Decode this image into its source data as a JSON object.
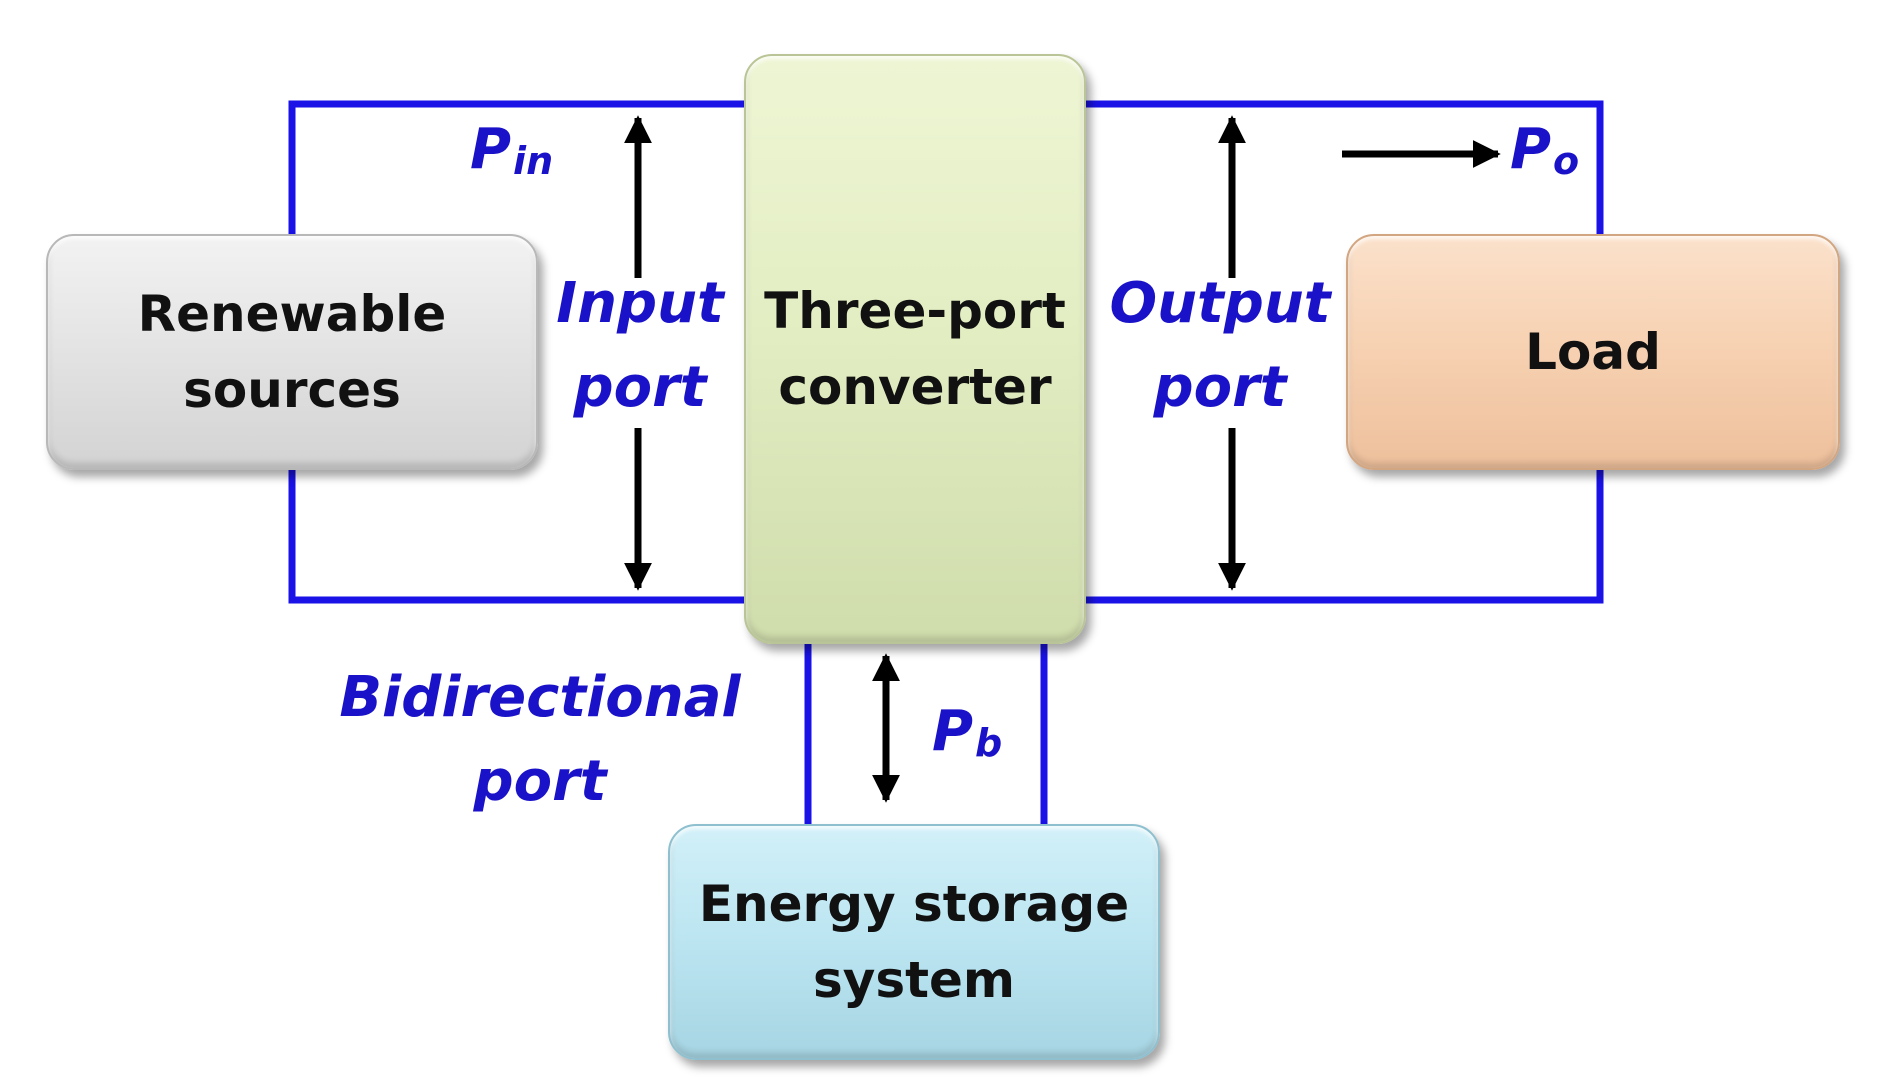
{
  "diagram": {
    "blocks": {
      "renewable": {
        "lines": [
          "Renewable",
          "sources"
        ]
      },
      "converter": {
        "lines": [
          "Three-port",
          "converter"
        ]
      },
      "load": {
        "lines": [
          "Load"
        ]
      },
      "storage": {
        "lines": [
          "Energy storage",
          "system"
        ]
      }
    },
    "ports": {
      "input": {
        "lines": [
          "Input",
          "port"
        ]
      },
      "output": {
        "lines": [
          "Output",
          "port"
        ]
      },
      "bidirectional": {
        "lines": [
          "Bidirectional",
          "port"
        ]
      }
    },
    "powers": {
      "pin": {
        "symbol": "P",
        "subscript": "in"
      },
      "po": {
        "symbol": "P",
        "subscript": "o"
      },
      "pb": {
        "symbol": "P",
        "subscript": "b"
      }
    },
    "colors": {
      "wire": "#1a12e6",
      "label": "#1a12c8",
      "arrow": "#000000",
      "renewable_fill": "#e6e6e6",
      "converter_fill": "#e3eec3",
      "load_fill": "#f7d2b3",
      "storage_fill": "#bde6f2"
    }
  }
}
